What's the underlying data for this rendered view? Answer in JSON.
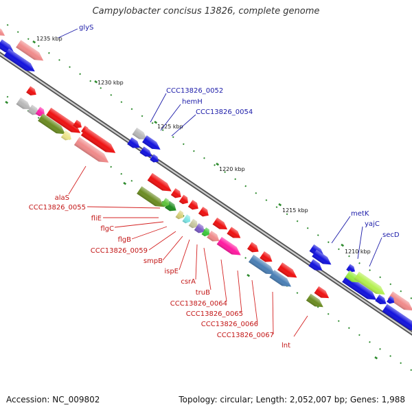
{
  "title": "Campylobacter concisus 13826, complete genome",
  "footer": {
    "accession": "Accession: NC_009802",
    "summary": "Topology: circular; Length: 2,052,007 bp; Genes: 1,988"
  },
  "colors": {
    "backbone": "#7a7a7a",
    "tick": "#2e8b2e",
    "label_blue": "#1a1aa8",
    "label_red": "#c21515",
    "leader_blue": "#1a1aa8",
    "leader_red": "#d42020"
  },
  "kbp_labels": [
    "1235 kbp",
    "1230 kbp",
    "1225 kbp",
    "1220 kbp",
    "1215 kbp",
    "1210 kbp"
  ],
  "gene_labels_blue": [
    "glyS",
    "CCC13826_0052",
    "hemH",
    "CCC13826_0054",
    "metK",
    "yajC",
    "secD"
  ],
  "gene_labels_red": [
    "alaS",
    "CCC13826_0055",
    "fliE",
    "flgC",
    "flgB",
    "CCC13826_0059",
    "smpB",
    "ispE",
    "csrA",
    "truB",
    "CCC13826_0064",
    "CCC13826_0065",
    "CCC13826_0066",
    "CCC13826_0067",
    "lnt"
  ]
}
